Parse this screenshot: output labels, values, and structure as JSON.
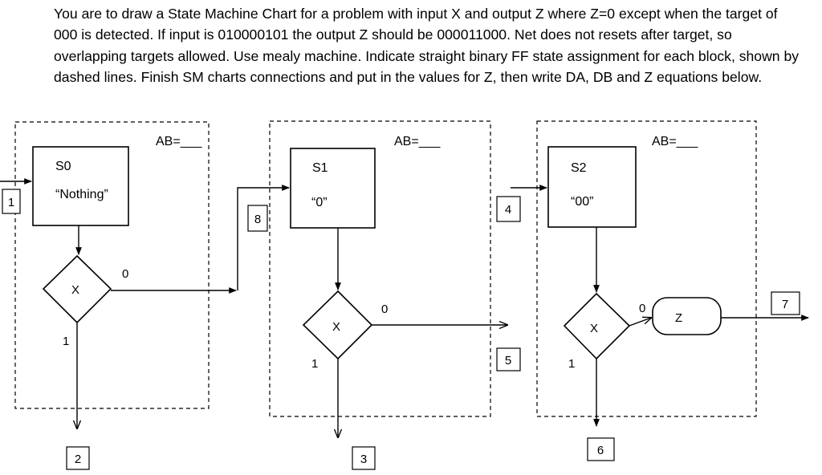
{
  "problem": {
    "text": "You are to draw a State Machine Chart for a problem with input X and output Z where Z=0 except when the target of 000 is detected.  If input is 010000101 the output Z should be 000011000. Net does not resets after target, so overlapping targets allowed. Use mealy machine.  Indicate straight binary FF state assignment for each block, shown by dashed lines. Finish SM charts connections and put in the values for Z, then write DA, DB and Z equations below."
  },
  "blocks": [
    {
      "ab_label": "AB=___",
      "state_name": "S0",
      "state_output": "“Nothing”",
      "decision": "X",
      "zero_label": "0",
      "one_label": "1"
    },
    {
      "ab_label": "AB=___",
      "state_name": "S1",
      "state_output": "“0”",
      "decision": "X",
      "zero_label": "0",
      "one_label": "1"
    },
    {
      "ab_label": "AB=___",
      "state_name": "S2",
      "state_output": "“00”",
      "decision": "X",
      "zero_label": "0",
      "one_label": "1",
      "cond_output": "Z"
    }
  ],
  "connectors": [
    "1",
    "2",
    "3",
    "4",
    "5",
    "6",
    "7",
    "8"
  ]
}
